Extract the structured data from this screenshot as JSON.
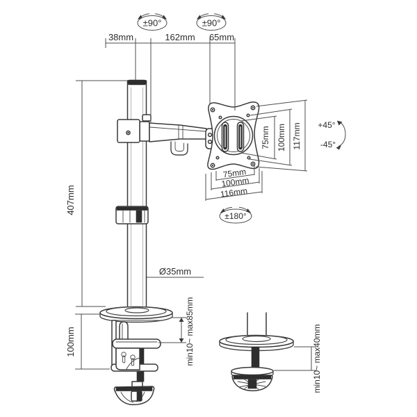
{
  "title": "Monitor arm dimension diagram",
  "colors": {
    "background": "#ffffff",
    "line_art": "#383838",
    "dimension_lines": "#4c4c4c",
    "text": "#2d2d2e",
    "dark_fill": "#2e2e2e"
  },
  "rotation": {
    "pole_left": "±90°",
    "pole_right": "±90°",
    "swivel": "±180°",
    "tilt_up": "+45°",
    "tilt_down": "-45°"
  },
  "dimensions": {
    "top": {
      "a": "38mm",
      "b": "162mm",
      "c": "65mm"
    },
    "pole_height": "407mm",
    "pole_diameter": "Ø35mm",
    "vesa_side": {
      "inner": "75mm",
      "mid": "100mm",
      "outer": "117mm"
    },
    "vesa_bottom": {
      "inner": "75mm",
      "mid": "100mm",
      "outer": "116mm"
    },
    "clamp_height": "100mm",
    "clamp_range": "min10~ max85mm",
    "grommet_range": "min10~ max40mm"
  }
}
